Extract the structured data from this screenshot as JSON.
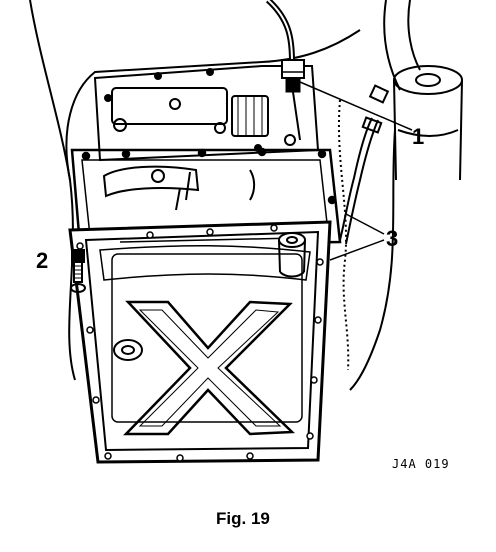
{
  "callouts": {
    "c1": "1",
    "c2": "2",
    "c3": "3"
  },
  "reference_code": "J4A 019",
  "caption": "Fig. 19"
}
